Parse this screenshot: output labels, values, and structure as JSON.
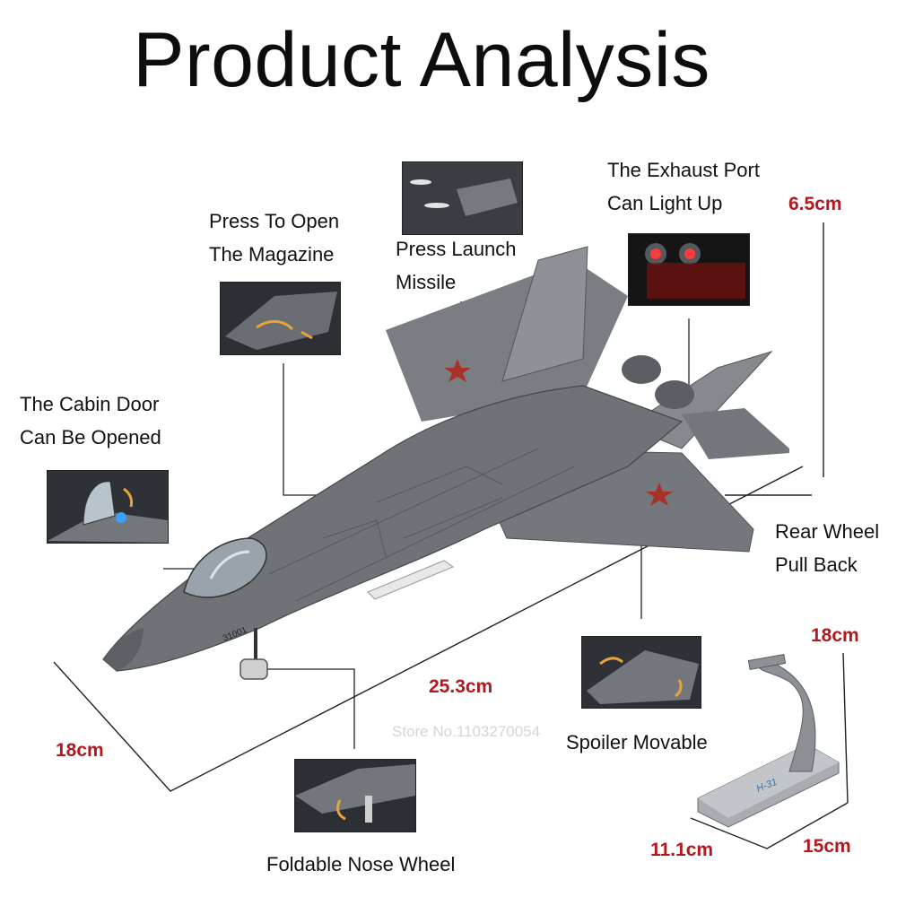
{
  "title": "Product Analysis",
  "callouts": {
    "magazine": [
      "Press To Open",
      "The Magazine"
    ],
    "missile": [
      "Press Launch",
      "Missile"
    ],
    "exhaust": [
      "The Exhaust Port",
      "Can Light Up"
    ],
    "cabin": [
      "The Cabin Door",
      "Can Be Opened"
    ],
    "rear_wheel": [
      "Rear Wheel",
      "Pull Back"
    ],
    "spoiler": "Spoiler Movable",
    "nose_wheel": "Foldable Nose Wheel"
  },
  "dimensions": {
    "height": "6.5cm",
    "length": "25.3cm",
    "width": "18cm",
    "stand_height": "18cm",
    "stand_depth": "11.1cm",
    "stand_width": "15cm"
  },
  "stand_marking": "H-31",
  "nose_number": "31001",
  "watermark": "Store No.1103270054",
  "colors": {
    "dimension_red": "#b0191e",
    "model_grey": "#6f7378"
  }
}
